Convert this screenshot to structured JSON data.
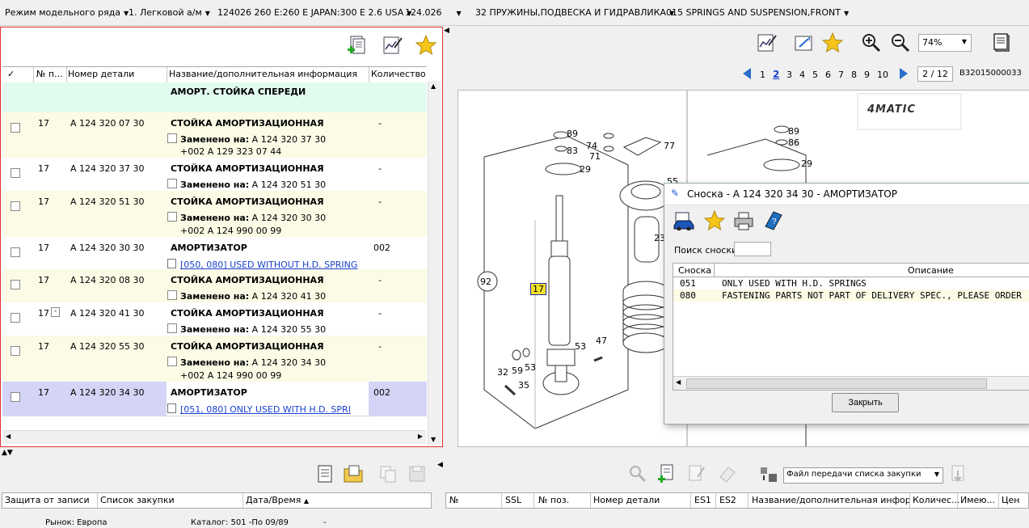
{
  "topbar": {
    "items": [
      {
        "label": "Режим модельного ряда"
      },
      {
        "label": "1. Легковой а/м"
      },
      {
        "label": "124026 260 E:260 E JAPAN:300 E 2.6 USA"
      },
      {
        "label": "124.026"
      },
      {
        "label": "32 ПРУЖИНЫ,ПОДВЕСКА И ГИДРАВЛИКА"
      },
      {
        "label": "015 SPRINGS AND SUSPENSION,FRONT"
      }
    ]
  },
  "parts_table": {
    "headers": [
      "✓",
      "№ п...",
      "Номер детали",
      "Название/дополнительная информация",
      "Количество"
    ],
    "section_title": "АМОРТ. СТОЙКА СПЕРЕДИ",
    "rows": [
      {
        "pos": "17",
        "part": "A 124 320 07 30",
        "name": "СТОЙКА АМОРТИЗАЦИОННАЯ",
        "sub_label": "Заменено на:",
        "sub_value": "A 124 320 37 30",
        "extra": "+002 A 129 323 07 44",
        "qty": "-",
        "bg": "#fbfbe6"
      },
      {
        "pos": "17",
        "part": "A 124 320 37 30",
        "name": "СТОЙКА АМОРТИЗАЦИОННАЯ",
        "sub_label": "Заменено на:",
        "sub_value": "A 124 320 51 30",
        "extra": "",
        "qty": "-",
        "bg": "#ffffff"
      },
      {
        "pos": "17",
        "part": "A 124 320 51 30",
        "name": "СТОЙКА АМОРТИЗАЦИОННАЯ",
        "sub_label": "Заменено на:",
        "sub_value": "A 124 320 30 30",
        "extra": "+002 A 124 990 00 99",
        "qty": "-",
        "bg": "#fbfbe6"
      },
      {
        "pos": "17",
        "part": "A 124 320 30 30",
        "name": "АМОРТИЗАТОР",
        "link": "[050, 080] USED WITHOUT H.D. SPRING",
        "qty": "002",
        "bg": "#ffffff"
      },
      {
        "pos": "17",
        "part": "A 124 320 08 30",
        "name": "СТОЙКА АМОРТИЗАЦИОННАЯ",
        "sub_label": "Заменено на:",
        "sub_value": "A 124 320 41 30",
        "extra": "",
        "qty": "-",
        "bg": "#fbfbe6"
      },
      {
        "pos": "17",
        "part": "A 124 320 41 30",
        "name": "СТОЙКА АМОРТИЗАЦИОННАЯ",
        "sub_label": "Заменено на:",
        "sub_value": "A 124 320 55 30",
        "extra": "",
        "qty": "-",
        "bg": "#ffffff",
        "pos_flag": "-"
      },
      {
        "pos": "17",
        "part": "A 124 320 55 30",
        "name": "СТОЙКА АМОРТИЗАЦИОННАЯ",
        "sub_label": "Заменено на:",
        "sub_value": "A 124 320 34 30",
        "extra": "+002 A 124 990 00 99",
        "qty": "-",
        "bg": "#fbfbe6"
      },
      {
        "pos": "17",
        "part": "A 124 320 34 30",
        "name": "АМОРТИЗАТОР",
        "link": "[051, 080] ONLY USED WITH H.D. SPRI",
        "qty": "002",
        "bg": "#d4d4f7"
      }
    ]
  },
  "right_toolbar": {
    "zoom": "74%",
    "pages": [
      "1",
      "2",
      "3",
      "4",
      "5",
      "6",
      "7",
      "8",
      "9",
      "10"
    ],
    "current_page": "2",
    "page_counter": "2 / 12",
    "drawing_id": "B32015000033"
  },
  "drawing": {
    "logo": "4MATIC",
    "callouts": [
      "89",
      "83",
      "29",
      "74",
      "71",
      "77",
      "92",
      "17",
      "53",
      "59",
      "32",
      "35",
      "53",
      "47",
      "23",
      "89",
      "86",
      "29",
      "55"
    ]
  },
  "dialog": {
    "title": "Сноска - A 124 320 34 30 - АМОРТИЗАТОР",
    "search_label": "Поиск сноски",
    "search_value": "",
    "columns": [
      "Сноска",
      "Описание"
    ],
    "rows": [
      {
        "code": "051",
        "text": "ONLY USED WITH H.D. SPRINGS"
      },
      {
        "code": "080",
        "text": "FASTENING PARTS NOT PART OF DELIVERY SPEC., PLEASE ORDER"
      }
    ],
    "close_label": "Закрыть"
  },
  "bottom_left": {
    "headers": [
      "Защита от записи",
      "Список закупки",
      "Дата/Время"
    ]
  },
  "bottom_right": {
    "transfer_select": "Файл передачи списка закупки",
    "headers": [
      "№",
      "SSL",
      "№ поз.",
      "Номер детали",
      "ES1",
      "ES2",
      "Название/дополнительная информ...",
      "Количес...",
      "Имею...",
      "Цен"
    ]
  },
  "status": {
    "market": "Рынок: Европа",
    "catalog": "Каталог: 501 -По 09/89",
    "extra": "-"
  },
  "colors": {
    "section_bg": "#e2fbef",
    "selected_bg": "#d4d4f7",
    "yellow_bg": "#fbfbe6",
    "link": "#1a3fd0",
    "red_border": "#e03030"
  }
}
